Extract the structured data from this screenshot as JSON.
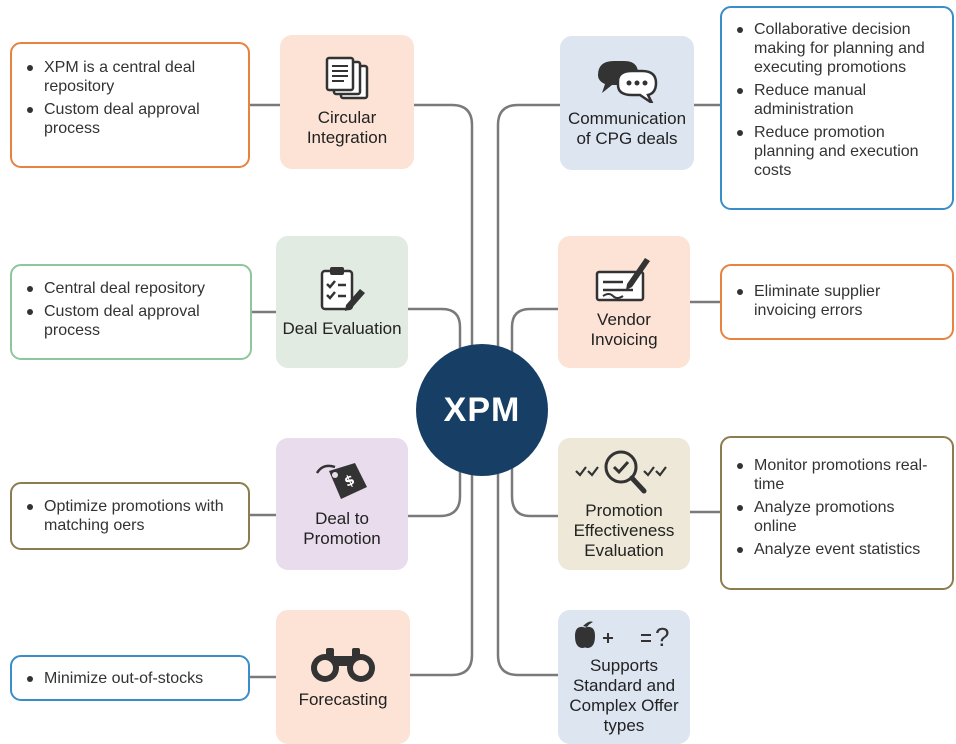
{
  "center": {
    "label": "XPM",
    "color": "#173f66"
  },
  "features_left": [
    {
      "label": "Circular Integration",
      "icon": "documents-icon",
      "tile_color": "#fde3d6",
      "border_color": "#e8823f",
      "bullets": [
        "XPM is a central deal repository",
        "Custom deal approval process"
      ]
    },
    {
      "label": "Deal Evaluation",
      "icon": "clipboard-check-icon",
      "tile_color": "#e2ebe1",
      "border_color": "#8dc79b",
      "bullets": [
        "Central deal repository",
        "Custom deal approval process"
      ]
    },
    {
      "label": "Deal to Promotion",
      "icon": "price-tag-icon",
      "tile_color": "#e9dced",
      "border_color": "#8c7d4e",
      "bullets": [
        "Optimize promotions with matching oers"
      ]
    },
    {
      "label": "Forecasting",
      "icon": "binoculars-icon",
      "tile_color": "#fde3d6",
      "border_color": "#3a8dc7",
      "bullets": [
        "Minimize out-of-stocks"
      ]
    }
  ],
  "features_right": [
    {
      "label": "Communication of CPG deals",
      "icon": "chat-bubbles-icon",
      "tile_color": "#dde5f1",
      "border_color": "#3a8dc7",
      "bullets": [
        "Collaborative decision making for planning and executing promotions",
        "Reduce manual administration",
        "Reduce promotion planning and execution costs"
      ]
    },
    {
      "label": "Vendor Invoicing",
      "icon": "signed-check-icon",
      "tile_color": "#fde3d6",
      "border_color": "#e8823f",
      "bullets": [
        "Eliminate supplier invoicing errors"
      ]
    },
    {
      "label": "Promotion Effectiveness Evaluation",
      "icon": "magnifier-checks-icon",
      "tile_color": "#ede8d8",
      "border_color": "#8c7d4e",
      "bullets": [
        "Monitor promotions real-time",
        "Analyze promotions online",
        "Analyze event statistics"
      ]
    },
    {
      "label": "Supports Standard and Complex Offer types",
      "icon": "apple-plus-equals-question-icon",
      "tile_color": "#dde5f1",
      "border_color": "",
      "bullets": []
    }
  ]
}
